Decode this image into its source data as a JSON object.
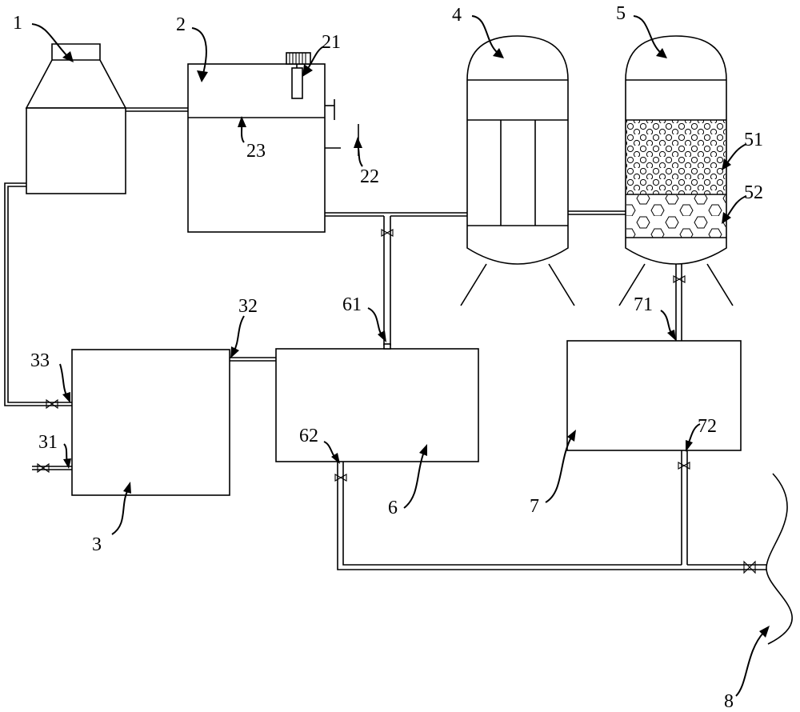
{
  "labels": {
    "l1": "1",
    "l2": "2",
    "l21": "21",
    "l22": "22",
    "l23": "23",
    "l3": "3",
    "l31": "31",
    "l32": "32",
    "l33": "33",
    "l4": "4",
    "l5": "5",
    "l51": "51",
    "l52": "52",
    "l6": "6",
    "l61": "61",
    "l62": "62",
    "l7": "7",
    "l71": "71",
    "l72": "72",
    "l8": "8"
  },
  "colors": {
    "line": "#000000",
    "background": "#ffffff"
  }
}
